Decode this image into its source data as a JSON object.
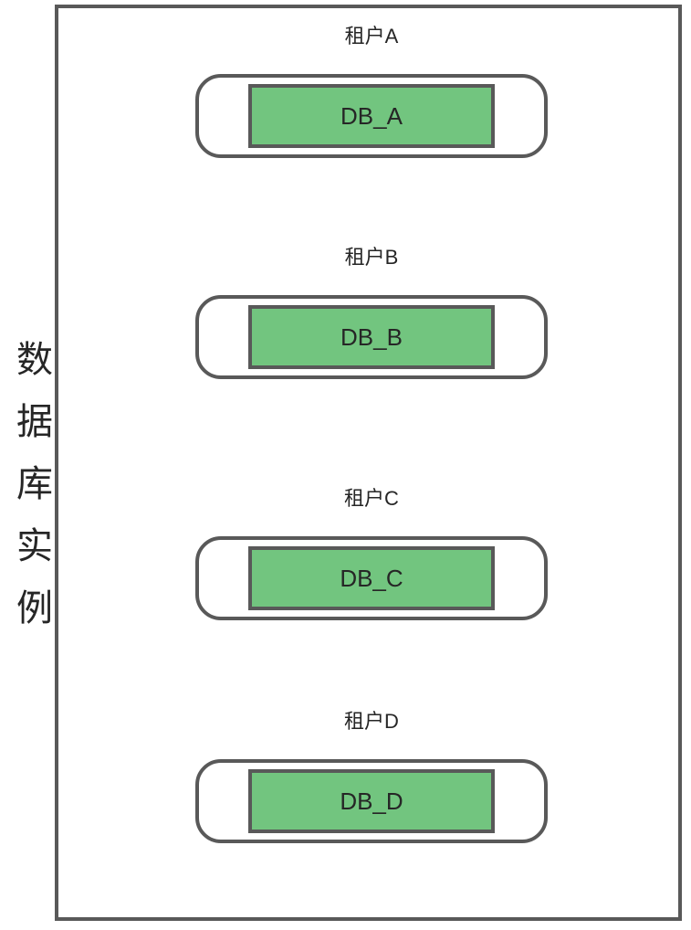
{
  "diagram": {
    "left_label": {
      "text": "数据库实例"
    },
    "tenants": [
      {
        "title": "租户A",
        "db_label": "DB_A"
      },
      {
        "title": "租户B",
        "db_label": "DB_B"
      },
      {
        "title": "租户C",
        "db_label": "DB_C"
      },
      {
        "title": "租户D",
        "db_label": "DB_D"
      }
    ],
    "colors": {
      "stroke": "#595959",
      "db_fill": "#72c57f",
      "text": "#262626",
      "background": "#ffffff"
    }
  }
}
